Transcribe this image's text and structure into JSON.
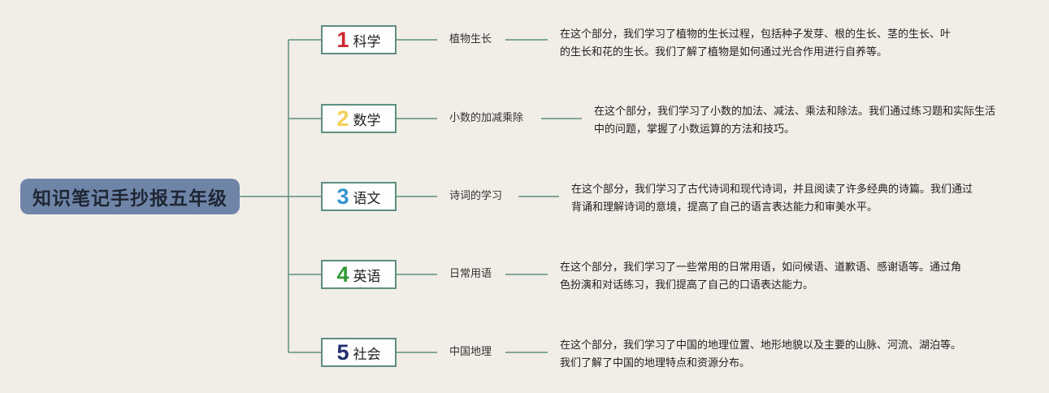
{
  "title": "知识笔记手抄报五年级",
  "colors": {
    "root_bg": "#6f85a8",
    "line": "#5d8e80",
    "num_1": "#d0262e",
    "num_2": "#f1cf55",
    "num_3": "#3593cf",
    "num_4": "#2f9a35",
    "num_5": "#1f2f6e"
  },
  "branches": [
    {
      "num": "1",
      "subject": "科学",
      "topic": "植物生长",
      "desc": "在这个部分，我们学习了植物的生长过程，包括种子发芽、根的生长、茎的生长、叶的生长和花的生长。我们了解了植物是如何通过光合作用进行自养等。"
    },
    {
      "num": "2",
      "subject": "数学",
      "topic": "小数的加减乘除",
      "desc": "在这个部分，我们学习了小数的加法、减法、乘法和除法。我们通过练习题和实际生活中的问题，掌握了小数运算的方法和技巧。"
    },
    {
      "num": "3",
      "subject": "语文",
      "topic": "诗词的学习",
      "desc": "在这个部分，我们学习了古代诗词和现代诗词，并且阅读了许多经典的诗篇。我们通过背诵和理解诗词的意境，提高了自己的语言表达能力和审美水平。"
    },
    {
      "num": "4",
      "subject": "英语",
      "topic": "日常用语",
      "desc": "在这个部分，我们学习了一些常用的日常用语，如问候语、道歉语、感谢语等。通过角色扮演和对话练习，我们提高了自己的口语表达能力。"
    },
    {
      "num": "5",
      "subject": "社会",
      "topic": "中国地理",
      "desc": "在这个部分，我们学习了中国的地理位置、地形地貌以及主要的山脉、河流、湖泊等。我们了解了中国的地理特点和资源分布。"
    }
  ]
}
